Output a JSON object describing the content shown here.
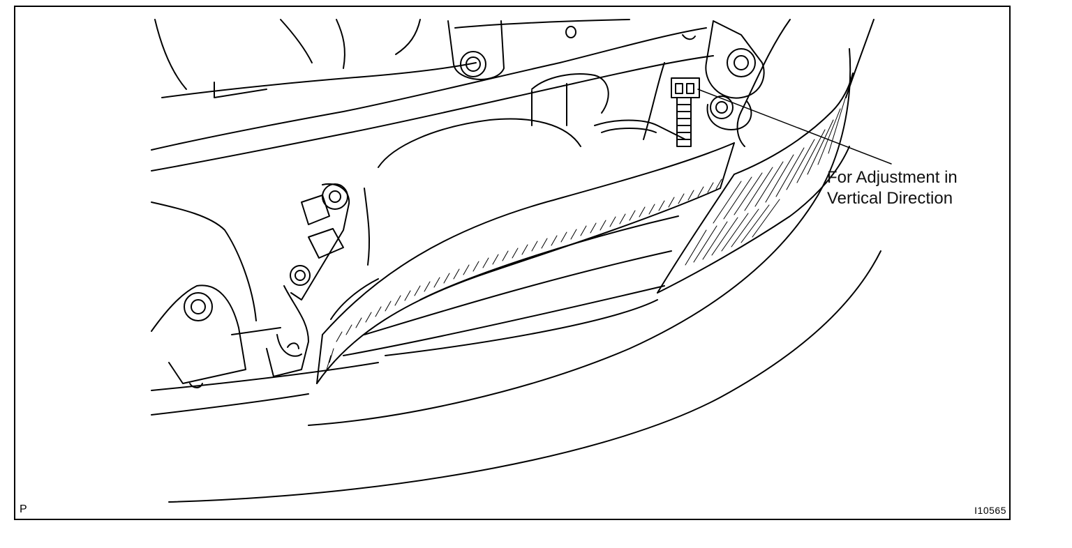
{
  "diagram": {
    "callout_label_line1": "For Adjustment in",
    "callout_label_line2": "Vertical Direction",
    "corner_code": "P",
    "figure_id": "I10565",
    "line_color": "#000000",
    "background_color": "#ffffff"
  }
}
